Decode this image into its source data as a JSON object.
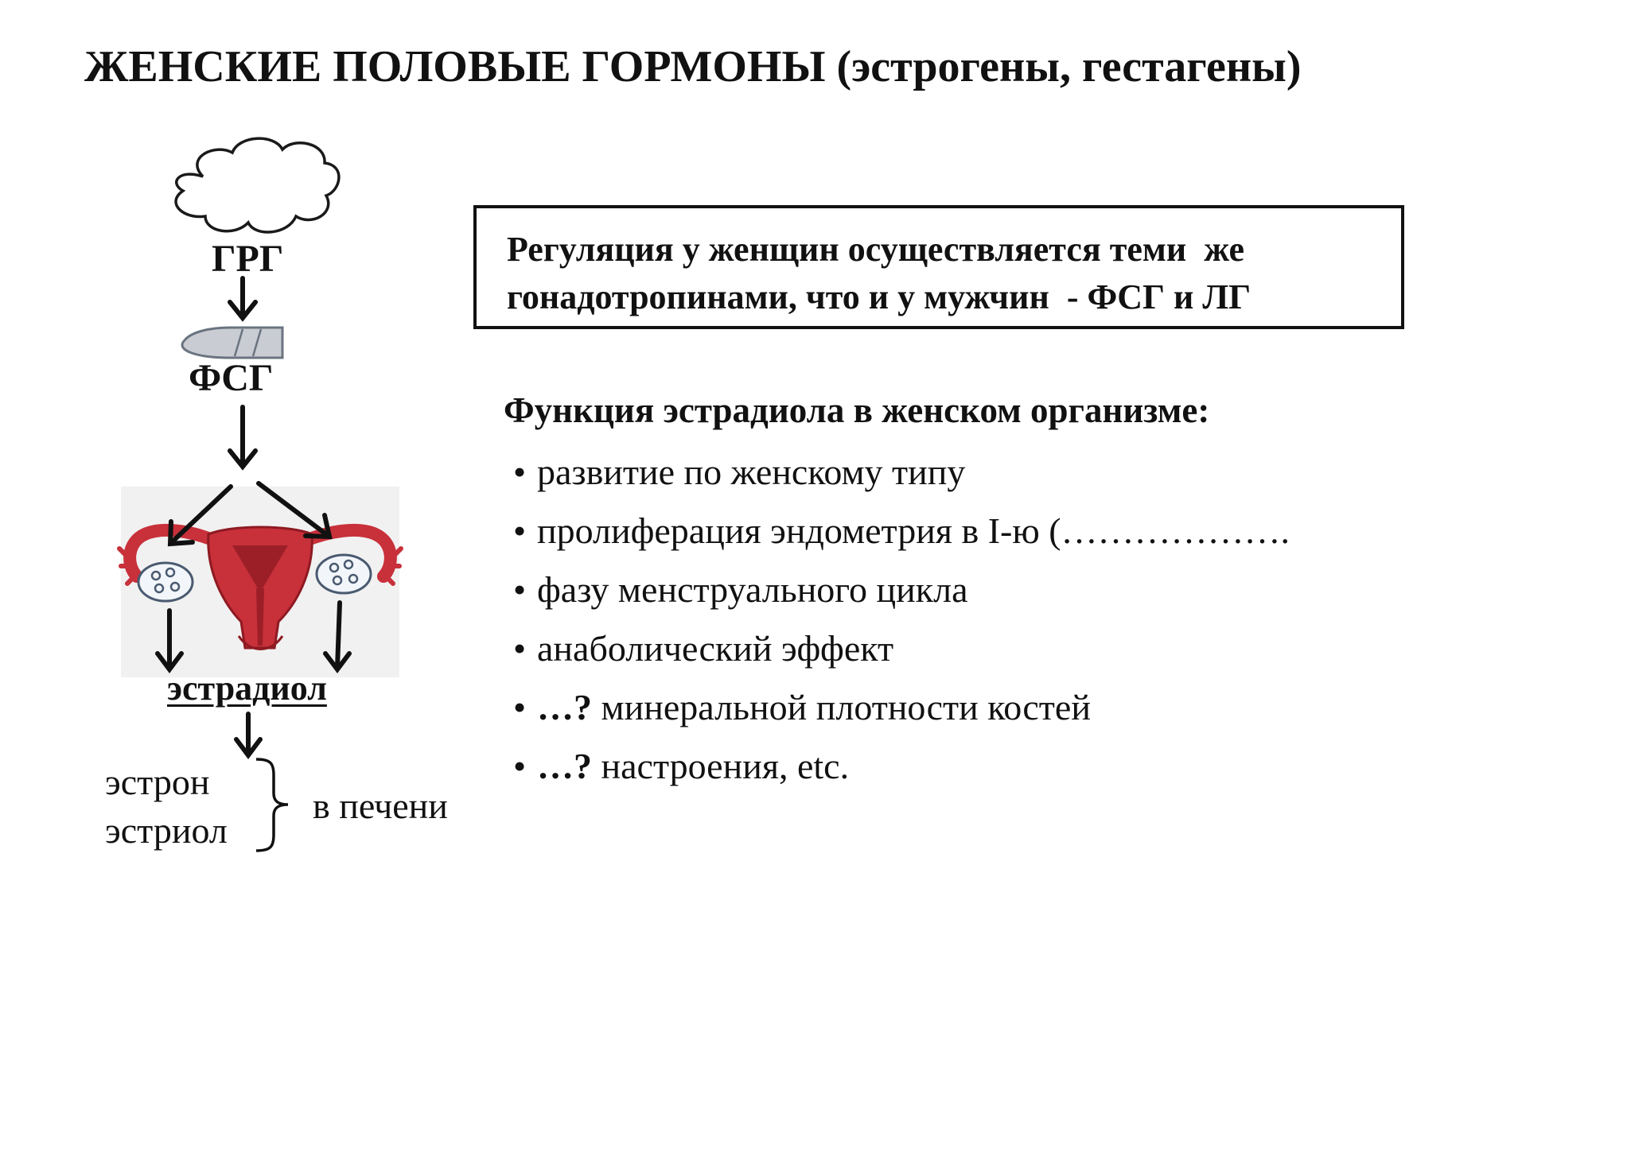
{
  "title": "ЖЕНСКИЕ ПОЛОВЫЕ ГОРМОНЫ (эстрогены, гестагены)",
  "regulation_box": {
    "line1": "Регуляция у женщин осуществляется теми  же",
    "line2": "гонадотропинами, что и у мужчин  - ФСГ и ЛГ"
  },
  "estradiol_functions": {
    "heading": "Функция эстрадиола в женском организме:",
    "items": [
      {
        "bold": "",
        "text": "развитие по женскому типу"
      },
      {
        "bold": "",
        "text": "пролиферация эндометрия в I-ю (………………."
      },
      {
        "bold": "",
        "text": "фазу менструального цикла"
      },
      {
        "bold": "",
        "text": "анаболический эффект"
      },
      {
        "bold": "…?",
        "text": " минеральной плотности костей"
      },
      {
        "bold": "…?",
        "text": " настроения, etc."
      }
    ]
  },
  "diagram": {
    "grg_label": "ГРГ",
    "fsg_label": "ФСГ",
    "estradiol_label": "эстрадиол",
    "estron_label": "эстрон",
    "estriol_label": "эстриол",
    "liver_label": "в печени",
    "colors": {
      "uterus": "#c8303a",
      "uterus_dark": "#8e1a22",
      "ovary_fill": "#f2f6fa",
      "ovary_stroke": "#4a5a70",
      "pituitary_fill": "#c9ccd2",
      "pituitary_stroke": "#6a7480",
      "image_bg": "#f1f1f1"
    }
  }
}
